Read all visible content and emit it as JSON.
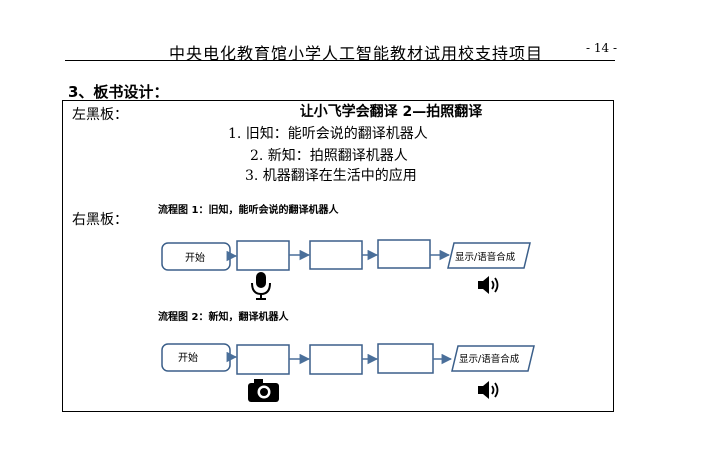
{
  "header": {
    "title": "中央电化教育馆小学人工智能教材试用校支持项目",
    "page_number": "- 14 -"
  },
  "section_title": "3、板书设计：",
  "blackboard": {
    "left_label": "左黑板：",
    "right_label": "右黑板：",
    "title": "让小飞学会翻译 2—拍照翻译",
    "lines": [
      "1. 旧知：能听会说的翻译机器人",
      "2. 新知：拍照翻译机器人",
      "3. 机器翻译在生活中的应用"
    ]
  },
  "flowcharts": [
    {
      "caption": "流程图 1：旧知，能听会说的翻译机器人",
      "start_label": "开始",
      "end_label": "显示/语音合成",
      "input_icon": "microphone-icon",
      "output_icon": "speaker-icon"
    },
    {
      "caption": "流程图 2：新知，翻译机器人",
      "start_label": "开始",
      "end_label": "显示/语音合成",
      "input_icon": "camera-icon",
      "output_icon": "speaker-icon"
    }
  ],
  "colors": {
    "flow_stroke": "#3b5f8a",
    "arrow": "#4a6f9a"
  }
}
